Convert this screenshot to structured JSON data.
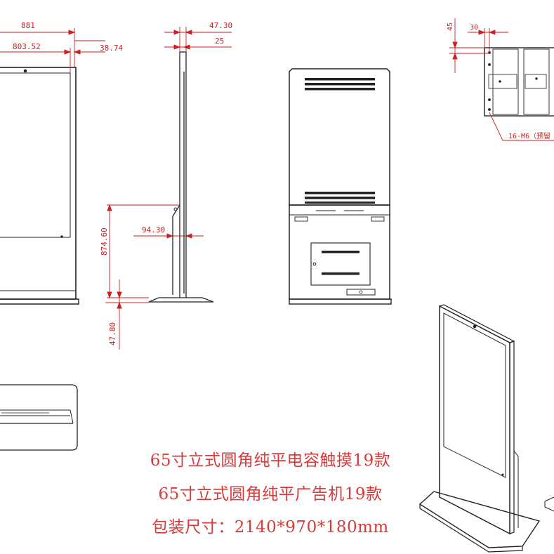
{
  "dimensions": {
    "front_width": "881",
    "front_screen_width": "803.52",
    "front_bezel": "38.74",
    "side_top_depth": "47.30",
    "side_top_inner": "25",
    "side_lower_height": "874.60",
    "side_bracket_depth": "94.30",
    "side_base_height": "47.80",
    "mount_spacing_v": "45",
    "mount_spacing_h": "30",
    "mount_note": "16-M6（预留"
  },
  "caption": {
    "line1": "65寸立式圆角纯平电容触摸19款",
    "line2": "65寸立式圆角纯平广告机19款",
    "line3": "包装尺寸：2140*970*180mm"
  },
  "colors": {
    "line": "#222222",
    "dimension": "#cc1f1f",
    "caption": "#d83a3a"
  }
}
